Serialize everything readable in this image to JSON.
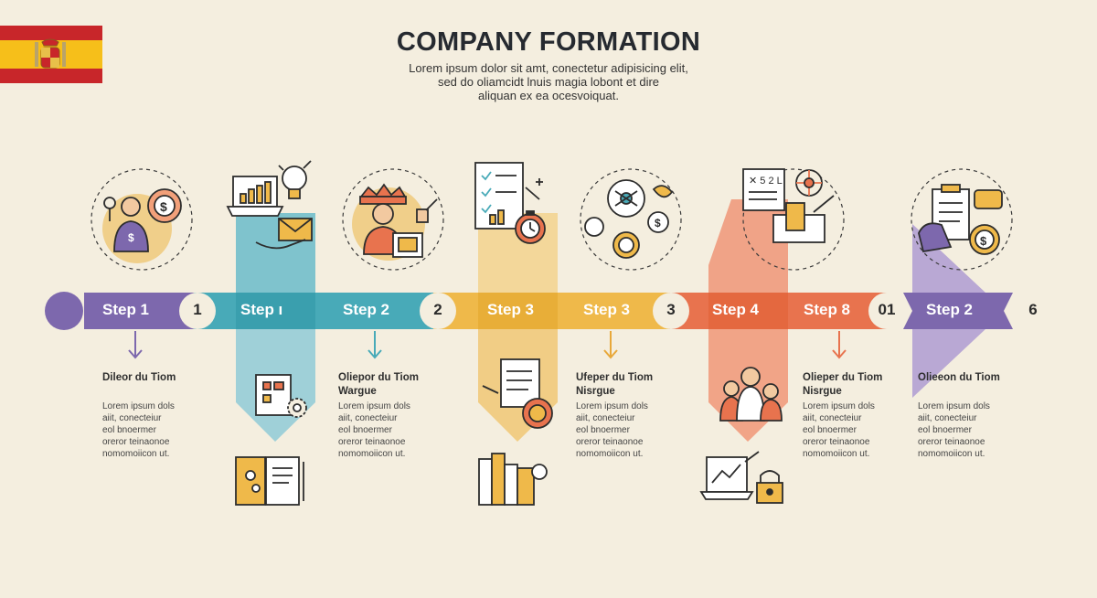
{
  "header": {
    "title": "COMPANY FORMATION",
    "subtitle_lines": [
      "Lorem ipsum dolor sit amt, conectetur adipisicing elit,",
      "sed do oliamcidt lnuis magia lobont et dire",
      "aliquan ex ea ocesvoiquat."
    ]
  },
  "flag": {
    "country": "Spain",
    "red": "#c8262a",
    "yellow": "#f6bf1a"
  },
  "colors": {
    "purple": "#7d68ad",
    "teal": "#48aab8",
    "yellow": "#efb94a",
    "orange": "#e8734e",
    "background": "#f4eedf"
  },
  "timeline": {
    "steps": [
      {
        "label": "Step 1",
        "number": "1"
      },
      {
        "label": "Step ı",
        "number": ""
      },
      {
        "label": "Step 2",
        "number": "2"
      },
      {
        "label": "Step 3",
        "number": ""
      },
      {
        "label": "Step 3",
        "number": "3"
      },
      {
        "label": "Step 4",
        "number": ""
      },
      {
        "label": "Step 8",
        "number": "01"
      },
      {
        "label": "Step 2",
        "number": "6"
      }
    ]
  },
  "descriptions": [
    {
      "heading": [
        "Dileor du Tiom"
      ],
      "body": [
        "Lorem ipsum dols",
        "aiit, conecteiur",
        "eol bnoermer",
        "oreror teinaonoe",
        "nomomoiicon ut."
      ]
    },
    {
      "heading": [
        "Oliepor du Tiom",
        "Wargue"
      ],
      "body": [
        "Lorem ipsum dols",
        "aiit, conecteiur",
        "eol bnoermer",
        "oreror teinaonoe",
        "nomomoiicon ut."
      ]
    },
    {
      "heading": [
        "Ufeper du Tiom",
        "Nisrgue"
      ],
      "body": [
        "Lorem ipsum dols",
        "aiit, conecteiur",
        "eol bnoermer",
        "oreror teinaonoe",
        "nomomoiicon ut."
      ]
    },
    {
      "heading": [
        "Olieper du Tiom",
        "Nisrgue"
      ],
      "body": [
        "Lorem ipsum dols",
        "aiit, conecteiur",
        "eol bnoermer",
        "oreror teinaonoe",
        "nomomoiicon ut."
      ]
    },
    {
      "heading": [
        "Olieeon du Tiom"
      ],
      "body": [
        "Lorem ipsum dols",
        "aiit, conecteiur",
        "eol bnoermer",
        "oreror teinaonoe",
        "nomomoiicon ut."
      ]
    }
  ],
  "icons": [
    "person-money-gear-icon",
    "laptop-chart-icon",
    "lightbulb-icon",
    "envelope-hand-icon",
    "crown-worker-icon",
    "checklist-chart-icon",
    "stopwatch-icon",
    "network-coins-icon",
    "document-signing-icon",
    "documents-money-icon",
    "clipboard-gear-icon",
    "documents-pen-icon",
    "scroll-coin-icon",
    "books-folders-icon",
    "team-icon",
    "laptop-lock-icon"
  ]
}
